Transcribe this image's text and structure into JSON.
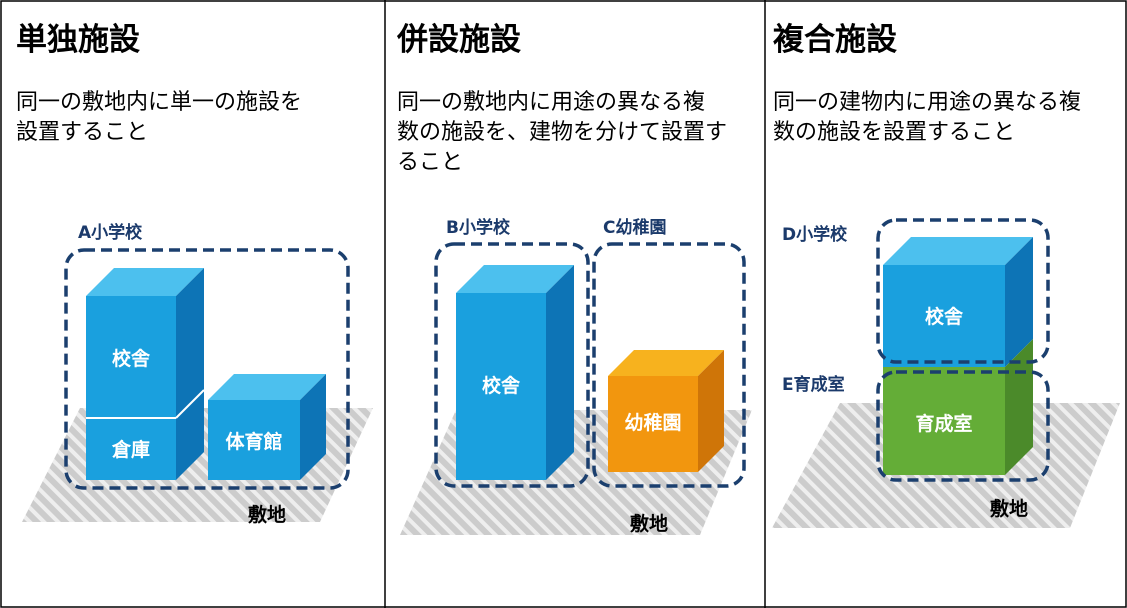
{
  "panels": [
    {
      "title": "単独施設",
      "description_lines": [
        "同一の敷地内に単一の施設を",
        "設置すること"
      ],
      "site_label": "敷地",
      "groups": [
        {
          "label": "A小学校"
        }
      ],
      "buildings": [
        {
          "label": "校舎",
          "upper_label": "校舎",
          "lower_label": "倉庫"
        },
        {
          "label": "体育館"
        }
      ]
    },
    {
      "title": "併設施設",
      "description_lines": [
        "同一の敷地内に用途の異なる複",
        "数の施設を、建物を分けて設置す",
        "ること"
      ],
      "site_label": "敷地",
      "groups": [
        {
          "label": "B小学校"
        },
        {
          "label": "C幼稚園"
        }
      ],
      "buildings": [
        {
          "label": "校舎"
        },
        {
          "label": "幼稚園"
        }
      ]
    },
    {
      "title": "複合施設",
      "description_lines": [
        "同一の建物内に用途の異なる複",
        "数の施設を設置すること"
      ],
      "site_label": "敷地",
      "groups": [
        {
          "label": "D小学校"
        },
        {
          "label": "E育成室"
        }
      ],
      "buildings": [
        {
          "label": "校舎"
        },
        {
          "label": "育成室"
        }
      ]
    }
  ],
  "colors": {
    "blue_front": "#1aa0de",
    "blue_top": "#4cc0ee",
    "blue_side": "#0d74b6",
    "orange_front": "#f2960e",
    "orange_top": "#f7b21e",
    "orange_side": "#cf7508",
    "green_front": "#64ad37",
    "green_top": "#7fc050",
    "green_side": "#4b8a2a",
    "dashed_border": "#1b3f6e",
    "group_label": "#1b3a6b",
    "site_fill": "#cccccc",
    "site_stripe": "#eeeeee",
    "divider": "#000000"
  }
}
